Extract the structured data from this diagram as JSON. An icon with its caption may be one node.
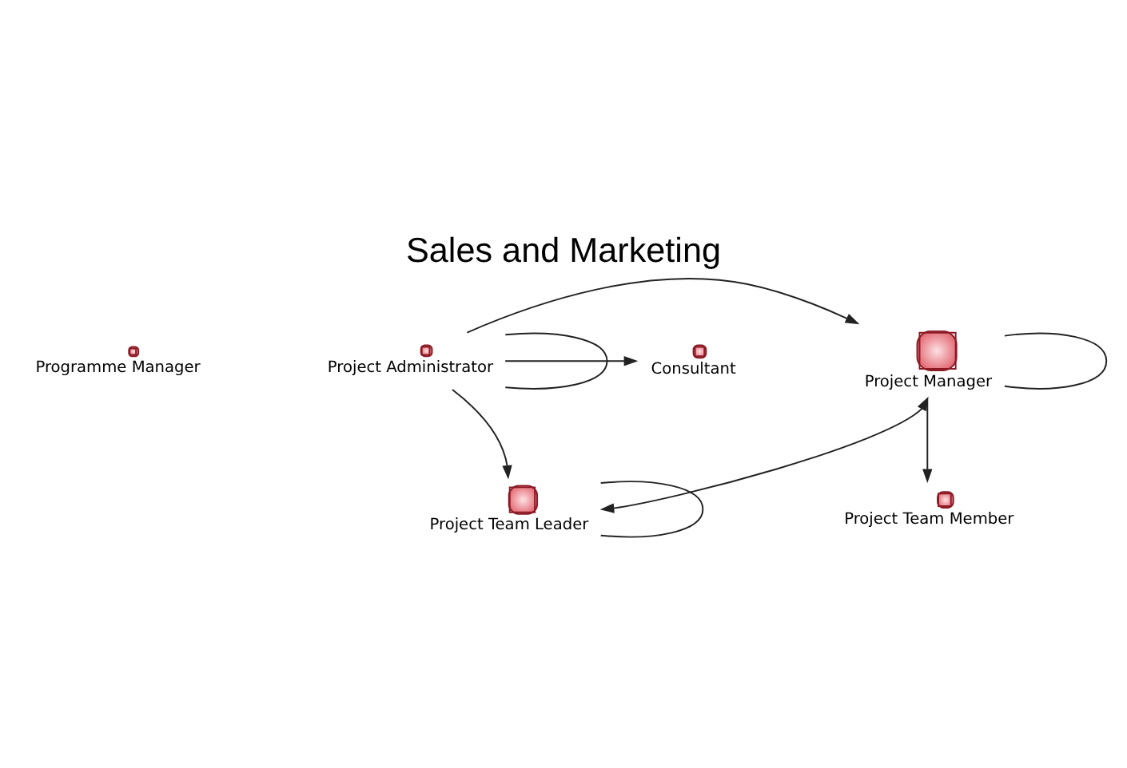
{
  "diagram": {
    "title": "Sales and Marketing",
    "nodes": [
      {
        "text": [
          "Programme Manager"
        ]
      },
      {
        "text": [
          "Project Team Member"
        ]
      },
      {
        "text": [
          "Project Manager"
        ]
      },
      {
        "text": [
          "Consultant"
        ]
      },
      {
        "text": [
          "Project Administrator"
        ]
      },
      {
        "text": [
          "Project Team Leader"
        ]
      }
    ],
    "edges": [
      {
        "from": 2,
        "to": 1,
        "arrow": "to"
      },
      {
        "from": 2,
        "to": 2,
        "arrow": "none"
      },
      {
        "from": 4,
        "to": 2,
        "arrow": "to"
      },
      {
        "from": 4,
        "to": 3,
        "arrow": "to"
      },
      {
        "from": 4,
        "to": 4,
        "arrow": "none"
      },
      {
        "from": 2,
        "to": 5,
        "arrow": "both"
      },
      {
        "from": 4,
        "to": 5,
        "arrow": "to"
      },
      {
        "from": 5,
        "to": 5,
        "arrow": "none"
      }
    ]
  }
}
